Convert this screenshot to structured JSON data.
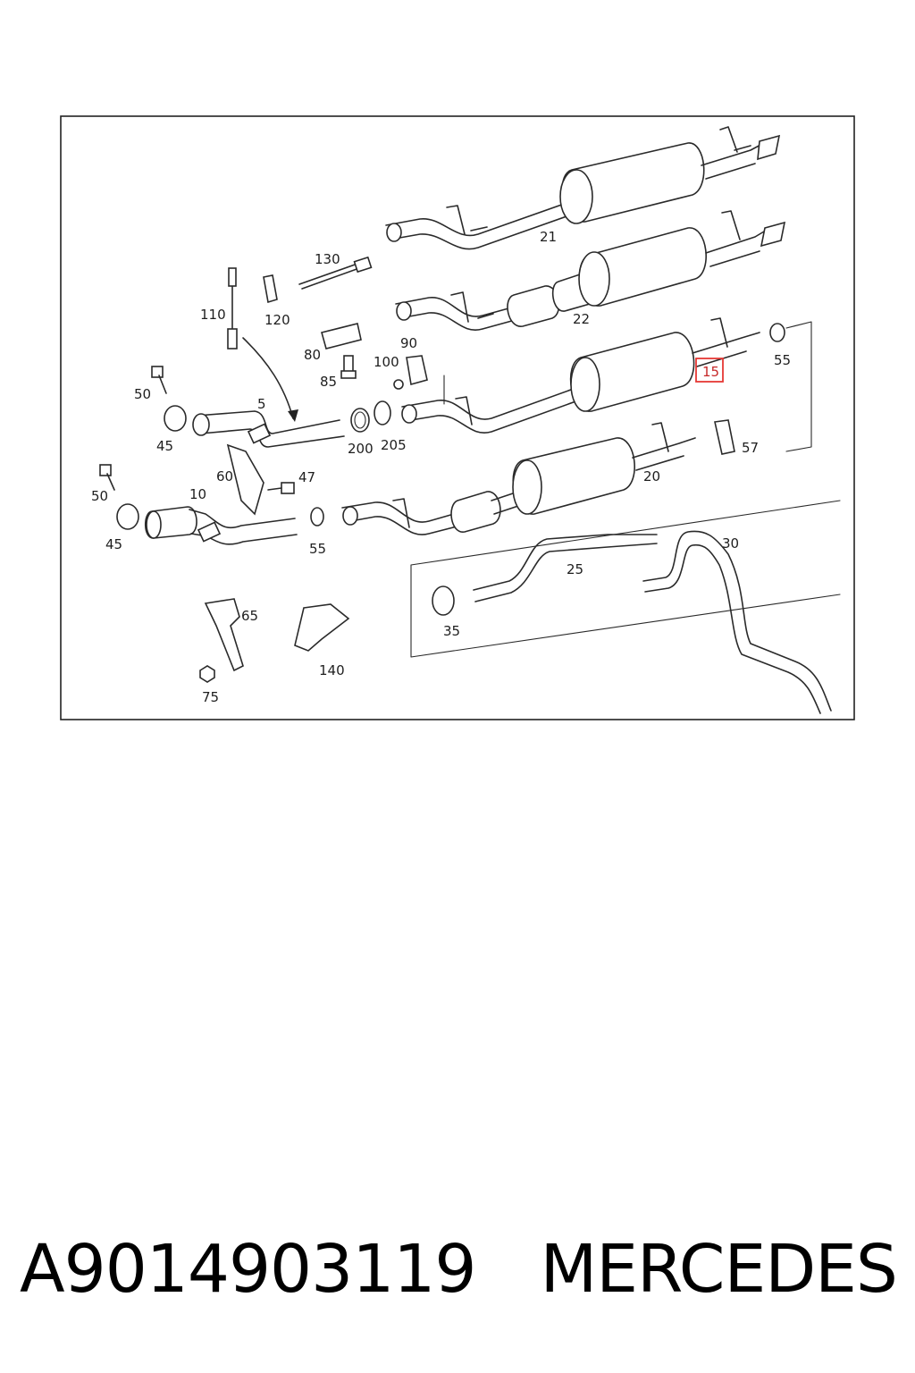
{
  "diagram": {
    "highlight_color": "#e53935",
    "highlighted_part": "15",
    "labels": {
      "p5": "5",
      "p10": "10",
      "p15": "15",
      "p20": "20",
      "p21": "21",
      "p22": "22",
      "p25": "25",
      "p30": "30",
      "p35": "35",
      "p45a": "45",
      "p45b": "45",
      "p47": "47",
      "p50a": "50",
      "p50b": "50",
      "p55a": "55",
      "p55b": "55",
      "p57": "57",
      "p60": "60",
      "p65": "65",
      "p75": "75",
      "p80": "80",
      "p85": "85",
      "p90": "90",
      "p100": "100",
      "p110": "110",
      "p120": "120",
      "p130": "130",
      "p140": "140",
      "p200": "200",
      "p205": "205"
    }
  },
  "caption": {
    "part_number": "A9014903119",
    "brand": "MERCEDES"
  }
}
